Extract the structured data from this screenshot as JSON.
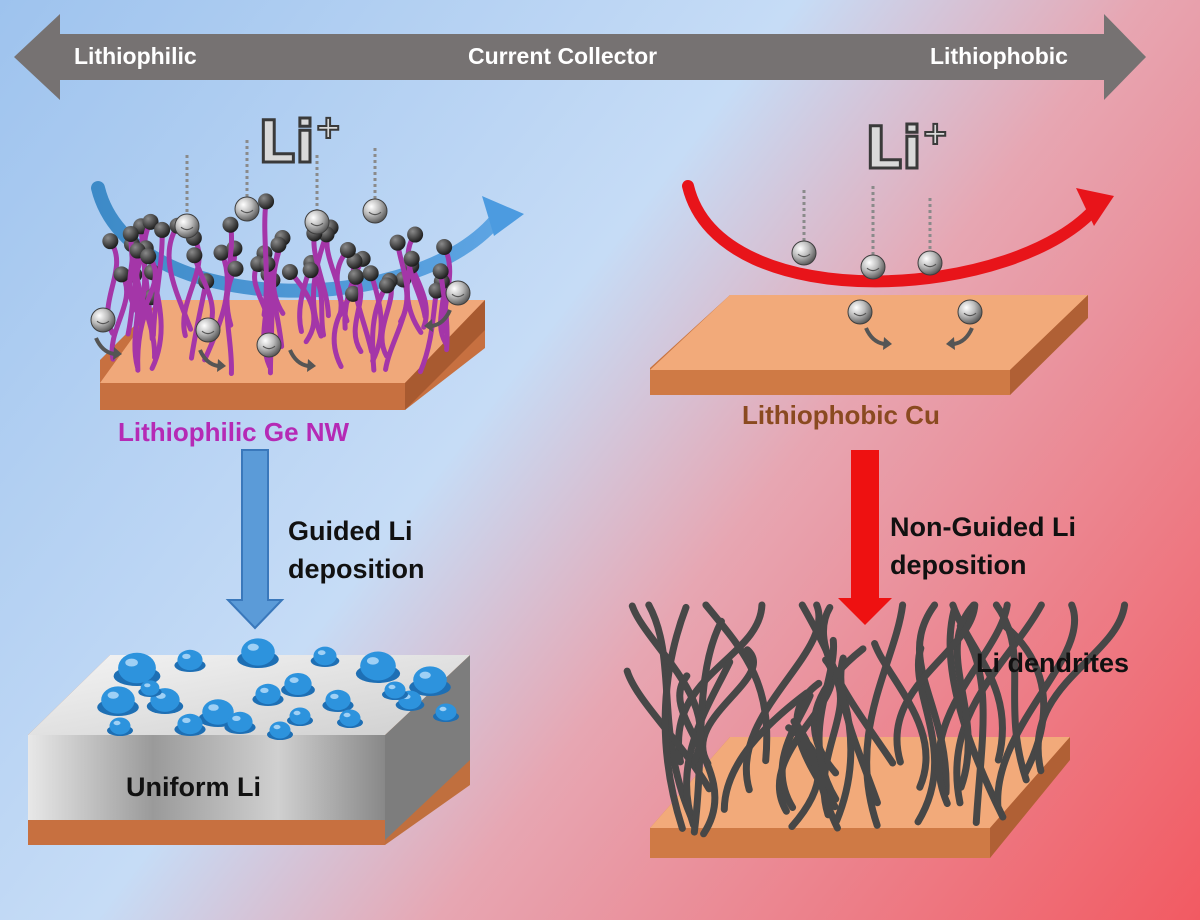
{
  "top_arrow": {
    "left_label": "Lithiophilic",
    "center_label": "Current Collector",
    "right_label": "Lithiophobic"
  },
  "ion_symbol": {
    "base": "Li",
    "charge": "+"
  },
  "left_panel": {
    "substrate_label": "Lithiophilic Ge NW",
    "process_label_line1": "Guided Li",
    "process_label_line2": "deposition",
    "result_label": "Uniform Li"
  },
  "right_panel": {
    "substrate_label": "Lithiophobic Cu",
    "process_label_line1": "Non-Guided Li",
    "process_label_line2": "deposition",
    "result_label": "Li dendrites"
  },
  "colors": {
    "left_bg": "#9ec3ee",
    "center_bg": "#c6dcf6",
    "right_bg": "#f25a62",
    "arrow_gray": "#767272",
    "nanowire": "#a436a8",
    "ge_label": "#b52ab5",
    "cu_label": "#8a4a20",
    "copper_top": "#f0a87a",
    "copper_side": "#c87440",
    "guided_arrow": "#4a8fd3",
    "nonguided_arrow": "#ee1111",
    "li_droplet": "#2d93dd"
  }
}
